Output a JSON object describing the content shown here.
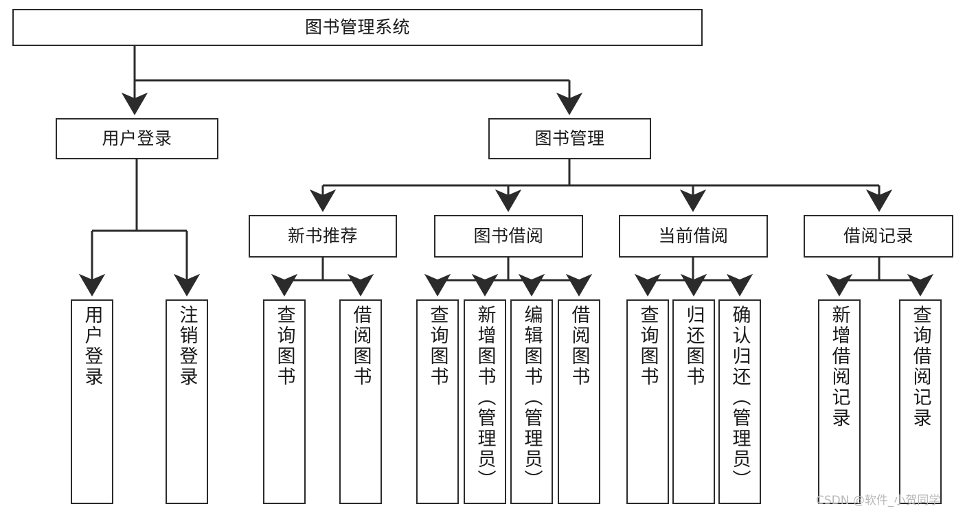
{
  "diagram": {
    "type": "hierarchy-tree",
    "title": "图书管理系统",
    "watermark": "CSDN @软件_小贺同学",
    "colors": {
      "stroke": "#2b2b2b",
      "fill": "#ffffff",
      "text": "#1a1a1a",
      "watermark": "#b9b9b9"
    },
    "nodes": {
      "root": {
        "label": "图书管理系统"
      },
      "level2": [
        {
          "id": "user-login",
          "label": "用户登录"
        },
        {
          "id": "book-manage",
          "label": "图书管理"
        }
      ],
      "level3": [
        {
          "id": "new-book-rec",
          "label": "新书推荐"
        },
        {
          "id": "book-borrow",
          "label": "图书借阅"
        },
        {
          "id": "current-borrow",
          "label": "当前借阅"
        },
        {
          "id": "borrow-record",
          "label": "借阅记录"
        }
      ],
      "leaves": {
        "user_login": [
          {
            "id": "leaf-user-login",
            "label": "用户登录"
          },
          {
            "id": "leaf-logout",
            "label": "注销登录"
          }
        ],
        "new_book_rec": [
          {
            "id": "leaf-query-book-1",
            "label": "查询图书"
          },
          {
            "id": "leaf-borrow-book-1",
            "label": "借阅图书"
          }
        ],
        "book_borrow": [
          {
            "id": "leaf-query-book-2",
            "label": "查询图书"
          },
          {
            "id": "leaf-add-book",
            "label": "新增图书（管理员）"
          },
          {
            "id": "leaf-edit-book",
            "label": "编辑图书（管理员）"
          },
          {
            "id": "leaf-borrow-book-2",
            "label": "借阅图书"
          }
        ],
        "current_borrow": [
          {
            "id": "leaf-query-book-3",
            "label": "查询图书"
          },
          {
            "id": "leaf-return-book",
            "label": "归还图书"
          },
          {
            "id": "leaf-confirm-return",
            "label": "确认归还（管理员）"
          }
        ],
        "borrow_record": [
          {
            "id": "leaf-add-record",
            "label": "新增借阅记录"
          },
          {
            "id": "leaf-query-record",
            "label": "查询借阅记录"
          }
        ]
      }
    }
  }
}
